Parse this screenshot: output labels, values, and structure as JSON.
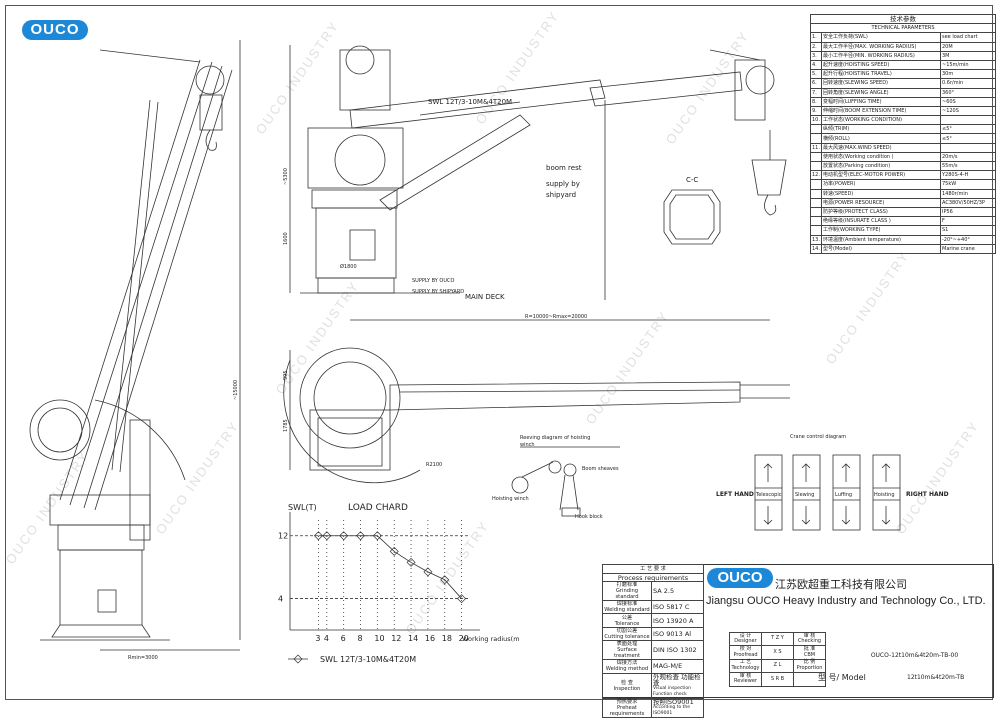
{
  "logo": {
    "text": "OUCO"
  },
  "watermarks": [
    "OUCO INDUSTRY",
    "OUCO INDUSTRY",
    "OUCO INDUSTRY",
    "OUCO INDUSTRY",
    "OUCO INDUSTRY",
    "OUCO INDUSTRY",
    "OUCO INDUSTRY",
    "OUCO INDUSTRY",
    "OUCO INDUSTRY",
    "OUCO INDUSTRY"
  ],
  "drawing_labels": {
    "swl_arm": "SWL 12T/3-10M&4T20M",
    "boom_rest": "boom rest",
    "supply_by": "supply by",
    "shipyard": "shipyard",
    "main_deck": "MAIN DECK",
    "radius": "R=10000~Rmax=20000",
    "supply_ouco": "SUPPLY BY OUCO",
    "supply_shipyard": "SUPPLY BY SHIPYARD",
    "dia": "Ø1800",
    "dim_5300": "~5300",
    "dim_1600": "1600",
    "dim_15000": "~15000",
    "rmin": "Rmin=3000",
    "dim_995": "995",
    "dim_1785": "1785",
    "r2100": "R2100",
    "section_cc": "C-C",
    "reeving_title": "Reeving diagram of hoisting",
    "reeving_title2": "winch",
    "boom_sheaves": "Boom sheaves",
    "hoisting_winch": "Hoisting winch",
    "hook_block": "Hook block",
    "control_title": "Crane control diagram",
    "left_hand": "LEFT HAND",
    "right_hand": "RIGHT HAND",
    "controls": [
      "Telescopic",
      "Slewing",
      "Luffing",
      "Hoisting"
    ]
  },
  "chart_data": {
    "type": "line",
    "title": "LOAD CHARD",
    "ylabel": "SWL(T)",
    "xlabel": "Working radius(m)",
    "x": [
      3,
      4,
      6,
      8,
      10,
      12,
      14,
      16,
      18,
      20
    ],
    "x_tick_labels": [
      "3",
      "4",
      "6",
      "8",
      "10",
      "12",
      "14",
      "16",
      "18",
      "20"
    ],
    "y_tick_labels": [
      "12",
      "4"
    ],
    "series": [
      {
        "name": "SWL 12T/3-10M&4T20M",
        "x": [
          3,
          4,
          6,
          8,
          10,
          12,
          14,
          16,
          18,
          20
        ],
        "values": [
          12,
          12,
          12,
          12,
          12,
          10,
          8.6,
          7.4,
          6.4,
          4
        ]
      }
    ],
    "ylim": [
      0,
      14
    ],
    "xlim": [
      2,
      21
    ],
    "legend": "bottom-left"
  },
  "spec": {
    "title_cn": "技术参数",
    "title_en": "TECHNICAL PARAMETERS",
    "rows": [
      {
        "no": "1.",
        "name": "安全工作负荷(SWL)",
        "value": "see load chart"
      },
      {
        "no": "2.",
        "name": "最大工作半径(MAX. WORKING RADIUS)",
        "value": "20M"
      },
      {
        "no": "3.",
        "name": "最小工作半径(MIN. WORKING RADIUS)",
        "value": "3M"
      },
      {
        "no": "4.",
        "name": "起升速度(HOISTING SPEED)",
        "value": "~15m/min"
      },
      {
        "no": "5.",
        "name": "起升行程(HOISTING TRAVEL)",
        "value": "30m"
      },
      {
        "no": "6.",
        "name": "回转速度(SLEWING SPEED)",
        "value": "0.6r/min"
      },
      {
        "no": "7.",
        "name": "回转角度(SLEWING ANGLE)",
        "value": "360°"
      },
      {
        "no": "8.",
        "name": "变幅时间(LUFFING TIME)",
        "value": "~60S"
      },
      {
        "no": "9.",
        "name": "伸缩时间(BOOM EXTENSION TIME)",
        "value": "~120S"
      },
      {
        "no": "10.",
        "name": "工作状态(WORKING CONDITION)",
        "value": ""
      },
      {
        "no": "",
        "name": "纵倾(TRIM)",
        "value": "≤5°"
      },
      {
        "no": "",
        "name": "横倾(ROLL)",
        "value": "≤5°"
      },
      {
        "no": "11.",
        "name": "最大风速(MAX.WIND SPEED)",
        "value": ""
      },
      {
        "no": "",
        "name": "使用状态(Working condition )",
        "value": "20m/s"
      },
      {
        "no": "",
        "name": "放置状态(Parking condition)",
        "value": "55m/s"
      },
      {
        "no": "12.",
        "name": "电动机型号(ELEC-MOTOR POWER)",
        "value": "Y280S-4-H"
      },
      {
        "no": "",
        "name": "功率(POWER)",
        "value": "75kW"
      },
      {
        "no": "",
        "name": "转速(SPEED)",
        "value": "1480r/min"
      },
      {
        "no": "",
        "name": "电源(POWER RESOURCE)",
        "value": "AC380V/50HZ/3P"
      },
      {
        "no": "",
        "name": "防护等级(PROTECT CLASS)",
        "value": "IP56"
      },
      {
        "no": "",
        "name": "绝缘等级(INSURATE CLASS )",
        "value": "F"
      },
      {
        "no": "",
        "name": "工作制(WORKING TYPE)",
        "value": "S1"
      },
      {
        "no": "13.",
        "name": "环境温度(Ambient temperature)",
        "value": "-20°~+40°"
      },
      {
        "no": "14.",
        "name": "型号(Model)",
        "value": "Marine crane"
      }
    ]
  },
  "process": {
    "title_cn": "工 艺 要 求",
    "title_en": "Process requirements",
    "rows": [
      {
        "cn": "打磨标准",
        "en": "Grinding standard",
        "value": "SA  2.5"
      },
      {
        "cn": "焊接标准",
        "en": "Welding standard",
        "value": "ISO  5817  C"
      },
      {
        "cn": "公差",
        "en": "Tolerance",
        "value": "ISO  13920  A"
      },
      {
        "cn": "切割公差",
        "en": "Cutting tolerance",
        "value": "ISO  9013  Al"
      },
      {
        "cn": "表面处理",
        "en": "Surface treatment",
        "value": "DIN  ISO  1302"
      },
      {
        "cn": "焊接方法",
        "en": "Welding method",
        "value": "MAG-M/E"
      },
      {
        "cn": "检 查",
        "en": "Inspection",
        "value": "外观检查  功能检查"
      },
      {
        "cn": "预热要求",
        "en": "Preheat requirements",
        "value": "按照ISO9001"
      }
    ],
    "inspection_en": "Visual inspection  Function check",
    "preheat_en": "According to the ISO9001"
  },
  "company": {
    "cn": "江苏欧超重工科技有限公司",
    "en": "Jiangsu OUCO Heavy Industry and Technology Co., LTD."
  },
  "signoff": [
    {
      "cn": "设 计",
      "en": "Designer",
      "value": "T Z Y",
      "cn2": "审 核",
      "en2": "Checking"
    },
    {
      "cn": "校 对",
      "en": "Proofread",
      "value": "X S",
      "cn2": "批 准",
      "en2": "CBM"
    },
    {
      "cn": "工 艺",
      "en": "Technology",
      "value": "Z L",
      "cn2": "比 例",
      "en2": "Proportion"
    },
    {
      "cn": "审 核",
      "en": "Reviewer",
      "value": "S R B",
      "cn2": "",
      "en2": ""
    }
  ],
  "drawing_no": "OUCO-12t10m&4t20m-TB-00",
  "model_label": "型 号/ Model",
  "model_value": "12t10m&4t20m-TB"
}
